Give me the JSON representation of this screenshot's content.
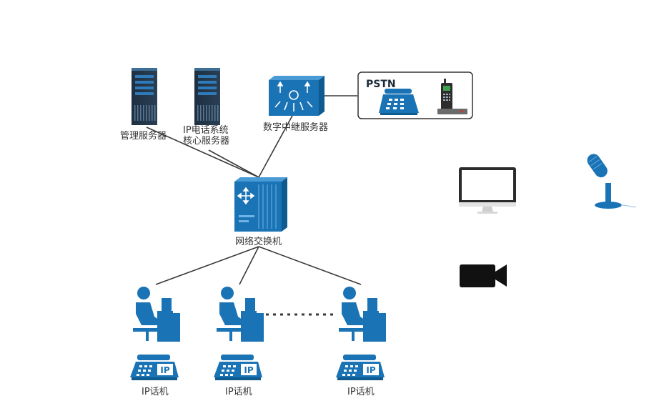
{
  "nodes": {
    "mgmt_server": {
      "label": "管理服务器"
    },
    "core_server": {
      "label_line1": "IP电话系统",
      "label_line2": "核心服务器"
    },
    "trunk_server": {
      "label": "数字中继服务器"
    },
    "pstn": {
      "label": "PSTN"
    },
    "switch": {
      "label": "网络交换机"
    },
    "phones": [
      {
        "label": "IP话机",
        "badge": "IP"
      },
      {
        "label": "IP话机",
        "badge": "IP"
      },
      {
        "label": "IP话机",
        "badge": "IP"
      }
    ]
  },
  "devices": [
    "monitor-icon",
    "microphone-icon",
    "camera-icon"
  ],
  "colors": {
    "accent": "#1a6fa8",
    "dark": "#1c2b3b",
    "line": "#333333"
  }
}
